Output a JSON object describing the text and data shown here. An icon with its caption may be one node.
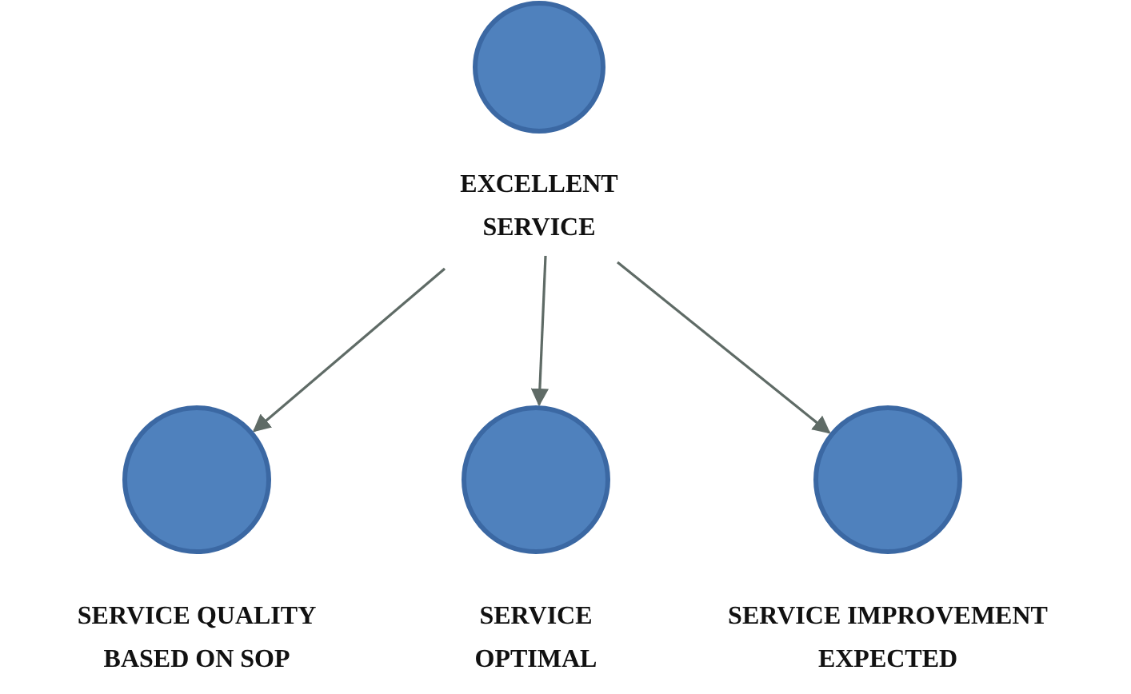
{
  "diagram": {
    "nodes": [
      {
        "text": [
          "EXCELLENT SERVICE"
        ]
      },
      {
        "text": [
          "SERVICE QUALITY BASED ON SOP"
        ]
      },
      {
        "text": [
          "SERVICE OPTIMAL"
        ]
      },
      {
        "text": [
          "SERVICE IMPROVEMENT EXPECTED"
        ]
      }
    ],
    "edges": [
      {
        "from": 0,
        "to": 1,
        "arrow": "to"
      },
      {
        "from": 0,
        "to": 2,
        "arrow": "to"
      },
      {
        "from": 0,
        "to": 3,
        "arrow": "to"
      }
    ]
  }
}
